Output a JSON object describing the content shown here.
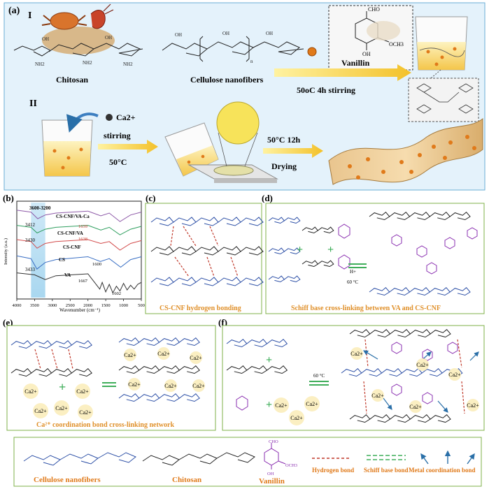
{
  "panel_a": {
    "tag": "(a)",
    "row1": {
      "roman": "I",
      "chitosan_label": "Chitosan",
      "cnf_label": "Cellulose nanofibers",
      "vanillin_label": "Vanillin",
      "cho": "CHO",
      "och3": "OCH3",
      "oh": "OH",
      "condition": "50oC 4h stirring",
      "n": "n"
    },
    "row2": {
      "roman": "II",
      "ca": "Ca2+",
      "stirring": "stirring",
      "temp": "50°C",
      "condition": "50°C 12h",
      "drying": "Drying"
    }
  },
  "panel_b": {
    "tag": "(b)",
    "ylabel": "Intensity (a.u.)",
    "xlabel": "Wavenumber (cm⁻¹)",
    "band_label": "3600-3200",
    "annotations": [
      "3412",
      "3430",
      "3433",
      "1639",
      "1638",
      "1600",
      "1667",
      "1602"
    ],
    "series_labels": [
      "CS-CNF/VA-Ca",
      "CS-CNF/VA",
      "CS-CNF",
      "CS",
      "VA"
    ],
    "colors": [
      "#8e5aa8",
      "#2e9e5e",
      "#d24a4a",
      "#3a6fc4",
      "#333333"
    ]
  },
  "chart_data": {
    "type": "line",
    "xlabel": "Wavenumber (cm⁻¹)",
    "ylabel": "Intensity (a.u.)",
    "xlim": [
      4000,
      500
    ],
    "x_ticks": [
      4000,
      3500,
      3000,
      2500,
      2000,
      1500,
      1000,
      500
    ],
    "highlight_band": [
      3600,
      3200
    ],
    "series": [
      {
        "name": "CS-CNF/VA-Ca",
        "x": [
          4000,
          3600,
          3412,
          3200,
          2900,
          2000,
          1639,
          1400,
          1100,
          800,
          500
        ],
        "y": [
          9.2,
          9.0,
          8.3,
          8.7,
          8.9,
          9.1,
          8.6,
          8.9,
          8.0,
          8.7,
          9.0
        ]
      },
      {
        "name": "CS-CNF/VA",
        "x": [
          4000,
          3600,
          3430,
          3200,
          2900,
          2000,
          1638,
          1400,
          1100,
          800,
          500
        ],
        "y": [
          7.6,
          7.4,
          6.8,
          7.2,
          7.4,
          7.6,
          7.1,
          7.4,
          6.6,
          7.2,
          7.5
        ]
      },
      {
        "name": "CS-CNF",
        "x": [
          4000,
          3600,
          3430,
          3200,
          2900,
          2000,
          1640,
          1400,
          1100,
          800,
          500
        ],
        "y": [
          6.1,
          5.9,
          5.2,
          5.7,
          5.9,
          6.1,
          5.7,
          5.9,
          5.0,
          5.7,
          6.0
        ]
      },
      {
        "name": "CS",
        "x": [
          4000,
          3600,
          3433,
          3200,
          2900,
          2000,
          1650,
          1400,
          1080,
          800,
          500
        ],
        "y": [
          4.4,
          4.1,
          3.0,
          3.7,
          4.0,
          4.3,
          3.8,
          4.1,
          3.2,
          4.0,
          4.3
        ]
      },
      {
        "name": "VA",
        "x": [
          4000,
          3500,
          3200,
          2900,
          2000,
          1667,
          1600,
          1500,
          1400,
          1300,
          1200,
          1100,
          1000,
          900,
          800,
          700,
          600,
          500
        ],
        "y": [
          2.6,
          2.4,
          1.9,
          2.3,
          2.5,
          0.9,
          1.6,
          0.6,
          1.4,
          0.5,
          1.2,
          0.7,
          1.5,
          0.8,
          1.3,
          0.9,
          1.4,
          1.6
        ]
      }
    ]
  },
  "panel_c": {
    "tag": "(c)",
    "caption": "CS-CNF hydrogen bonding"
  },
  "panel_d": {
    "tag": "(d)",
    "caption": "Schiff base cross-linking between VA and CS-CNF",
    "cond": "60 °C",
    "h_plus": "H+"
  },
  "panel_e": {
    "tag": "(e)",
    "caption": "Ca²⁺ coordination bond cross-linking network",
    "ca": "Ca2+"
  },
  "panel_f": {
    "tag": "(f)",
    "cond": "60 °C",
    "ca": "Ca2+"
  },
  "legend": {
    "cnf": "Cellulose nanofibers",
    "cs": "Chitosan",
    "va": "Vanillin",
    "hbond": "Hydrogen bond",
    "schiff": "Schiff base bond",
    "metal": "Metal coordination bond",
    "cho": "CHO",
    "och3": "OCH3",
    "oh": "OH"
  }
}
